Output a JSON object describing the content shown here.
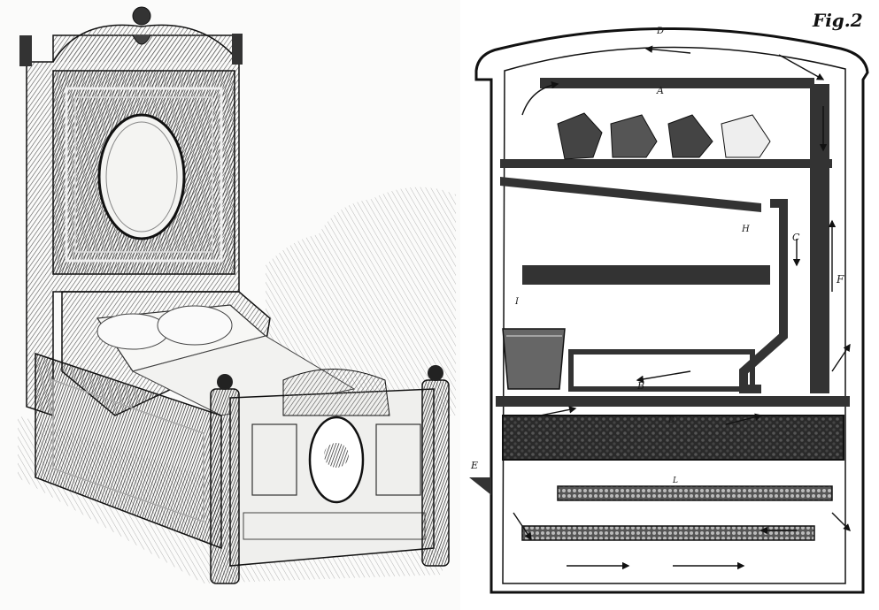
{
  "left_figure": {
    "icon": "ornate-bed-engraving"
  },
  "right_figure": {
    "fig_label": "Fig.2",
    "labels": {
      "a": "A",
      "b": "B",
      "c": "C",
      "d": "D",
      "e": "E",
      "f": "F",
      "h": "H",
      "i": "I",
      "l": "L",
      "top": "D"
    },
    "icon": "refrigerator-cross-section-diagram"
  }
}
